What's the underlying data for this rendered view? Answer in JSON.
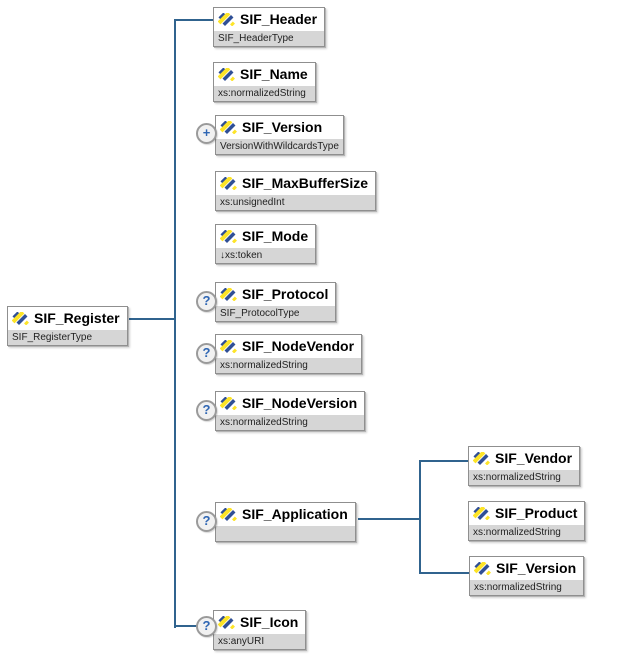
{
  "diagram": {
    "kind": "xml-schema-content-model",
    "root_element": "SIF_Register"
  },
  "nodes": {
    "register": {
      "name": "SIF_Register",
      "type": "SIF_RegisterType",
      "occurrence": ""
    },
    "header": {
      "name": "SIF_Header",
      "type": "SIF_HeaderType",
      "occurrence": ""
    },
    "name": {
      "name": "SIF_Name",
      "type": "xs:normalizedString",
      "occurrence": ""
    },
    "version": {
      "name": "SIF_Version",
      "type": "VersionWithWildcardsType",
      "occurrence": "+"
    },
    "maxbuffersize": {
      "name": "SIF_MaxBufferSize",
      "type": "xs:unsignedInt",
      "occurrence": ""
    },
    "mode": {
      "name": "SIF_Mode",
      "type": "↓xs:token",
      "occurrence": ""
    },
    "protocol": {
      "name": "SIF_Protocol",
      "type": "SIF_ProtocolType",
      "occurrence": "?"
    },
    "nodevendor": {
      "name": "SIF_NodeVendor",
      "type": "xs:normalizedString",
      "occurrence": "?"
    },
    "nodeversion": {
      "name": "SIF_NodeVersion",
      "type": "xs:normalizedString",
      "occurrence": "?"
    },
    "application": {
      "name": "SIF_Application",
      "type": "",
      "occurrence": "?"
    },
    "vendor": {
      "name": "SIF_Vendor",
      "type": "xs:normalizedString",
      "occurrence": ""
    },
    "product": {
      "name": "SIF_Product",
      "type": "xs:normalizedString",
      "occurrence": ""
    },
    "version2": {
      "name": "SIF_Version",
      "type": "xs:normalizedString",
      "occurrence": ""
    },
    "icon": {
      "name": "SIF_Icon",
      "type": "xs:anyURI",
      "occurrence": "?"
    }
  },
  "colors": {
    "connector_line": "#30638e",
    "box_border": "#8f8f8f",
    "type_row_background": "#d6d6d6",
    "occurrence_symbol": "#2f66b3",
    "element_icon_blue": "#2f4f96",
    "element_icon_yellow": "#fde428"
  }
}
